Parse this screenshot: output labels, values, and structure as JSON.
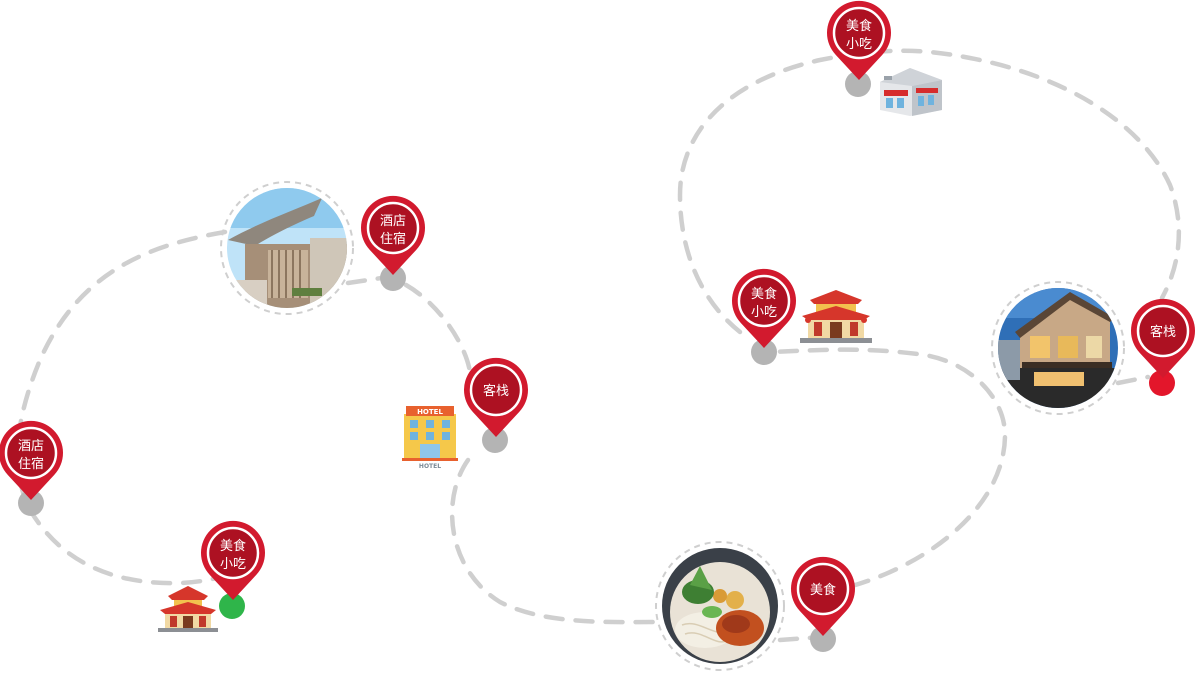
{
  "colors": {
    "route": "#cfcfcf",
    "pin_outer": "#d21a2e",
    "pin_inner": "#ad1122",
    "anchor_grey": "#b4b4b4",
    "anchor_green": "#2fb54a",
    "anchor_red": "#e3162b"
  },
  "markers": [
    {
      "id": "hotel-top-left",
      "lines": [
        "酒店",
        "住宿"
      ],
      "anchor": "grey"
    },
    {
      "id": "inn-center",
      "lines": [
        "客栈"
      ],
      "anchor": "grey"
    },
    {
      "id": "hotel-left",
      "lines": [
        "酒店",
        "住宿"
      ],
      "anchor": "grey"
    },
    {
      "id": "snack-bottom-left",
      "lines": [
        "美食",
        "小吃"
      ],
      "anchor": "green"
    },
    {
      "id": "snack-top",
      "lines": [
        "美食",
        "小吃"
      ],
      "anchor": "grey"
    },
    {
      "id": "snack-middle",
      "lines": [
        "美食",
        "小吃"
      ],
      "anchor": "grey"
    },
    {
      "id": "inn-right",
      "lines": [
        "客栈"
      ],
      "anchor": "red"
    },
    {
      "id": "food-bottom",
      "lines": [
        "美食"
      ],
      "anchor": "grey"
    }
  ],
  "icons": [
    "temple-restaurant-icon",
    "hotel-building-icon",
    "shop-building-icon",
    "temple-restaurant-icon"
  ],
  "photos": [
    "modern-hotel-photo",
    "wooden-inn-photo",
    "noodle-dish-photo"
  ],
  "hotel_sign_text": "HOTEL"
}
